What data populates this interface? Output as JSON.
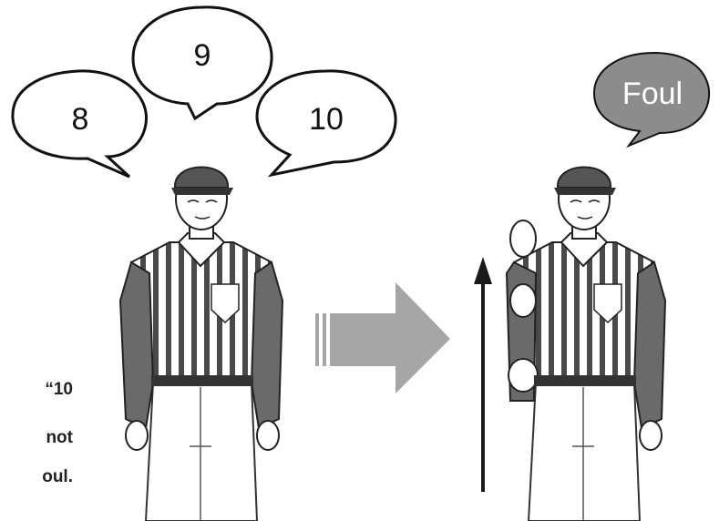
{
  "bubbles": {
    "left": "8",
    "middle": "9",
    "right": "10",
    "call": "Foul"
  },
  "side_text": {
    "line1": "“10",
    "line2": "not",
    "line3": "oul."
  },
  "colors": {
    "bubble_fill": "#ffffff",
    "call_bubble_fill": "#8c8c8c",
    "call_text": "#ffffff",
    "arrow": "#a6a6a6",
    "up_arrow": "#1a1a1a"
  }
}
